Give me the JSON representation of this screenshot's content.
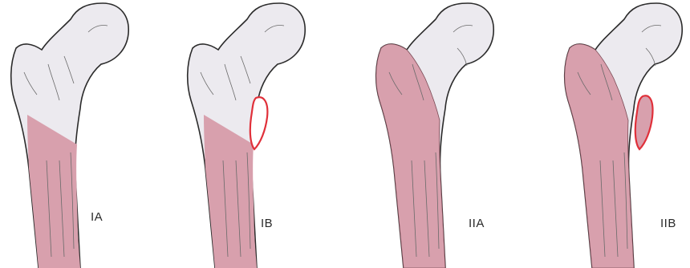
{
  "panels": [
    {
      "label": "IA",
      "variant": "IA"
    },
    {
      "label": "IB",
      "variant": "IB"
    },
    {
      "label": "IIA",
      "variant": "IIA"
    },
    {
      "label": "IIB",
      "variant": "IIB"
    }
  ],
  "colors": {
    "bone_fill": "#eceaef",
    "bone_outline": "#2b2b2b",
    "sketch": "#6a6a6a",
    "pink_fill": "#d8a0ad",
    "pink_dark": "#7a4a55",
    "outline_red": "#e0303a",
    "background": "#ffffff"
  }
}
